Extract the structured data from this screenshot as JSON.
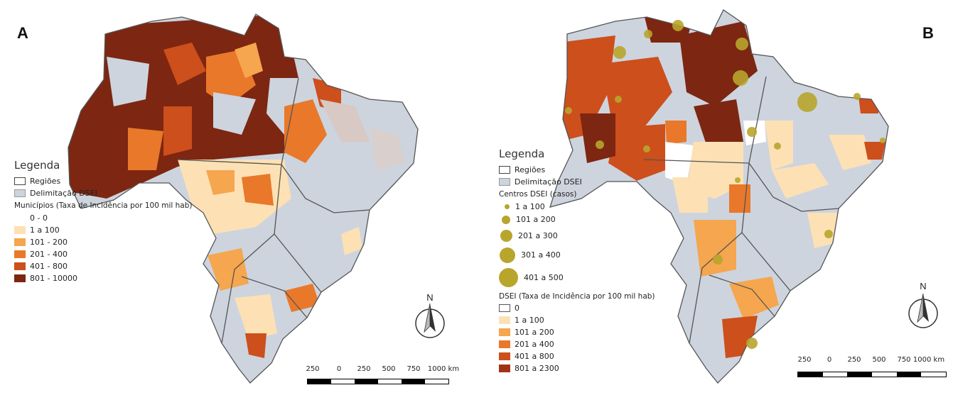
{
  "colors": {
    "class_0": "#ffffff",
    "class_1": "#fde1b4",
    "class_2": "#f5a64e",
    "class_3": "#e9782a",
    "class_4": "#cc4f1c",
    "class_5": "#7d2611",
    "dsei": "#cdd4de",
    "circle": "#b8a52c"
  },
  "panel_a": {
    "label": "A",
    "legend": {
      "title": "Legenda",
      "regions_label": "Regiões",
      "dsei_label": "Delimitação DSEI",
      "municipios_title": "Municípios (Taxa de Incidência por 100 mil hab)",
      "classes": [
        "0 - 0",
        "1 a 100",
        "101 - 200",
        "201 - 400",
        "401 - 800",
        "801 - 10000"
      ]
    },
    "scale": {
      "ticks": [
        "250",
        "0",
        "250",
        "500",
        "750",
        "1000 km"
      ]
    },
    "north_label": "N"
  },
  "panel_b": {
    "label": "B",
    "legend": {
      "title": "Legenda",
      "regions_label": "Regiões",
      "dsei_label": "Delimitação DSEI",
      "centros_title": "Centros DSEI (casos)",
      "circles": [
        "1 a 100",
        "101 a 200",
        "201 a 300",
        "301 a 400",
        "401 a 500"
      ],
      "dsei_title": "DSEI (Taxa de Incidência por 100 mil hab)",
      "classes": [
        "0",
        "1 a 100",
        "101 a 200",
        "201 a 400",
        "401 a 800",
        "801 a 2300"
      ]
    },
    "scale": {
      "ticks": [
        "250",
        "0",
        "250",
        "500",
        "750",
        "1000 km"
      ]
    },
    "north_label": "N"
  }
}
